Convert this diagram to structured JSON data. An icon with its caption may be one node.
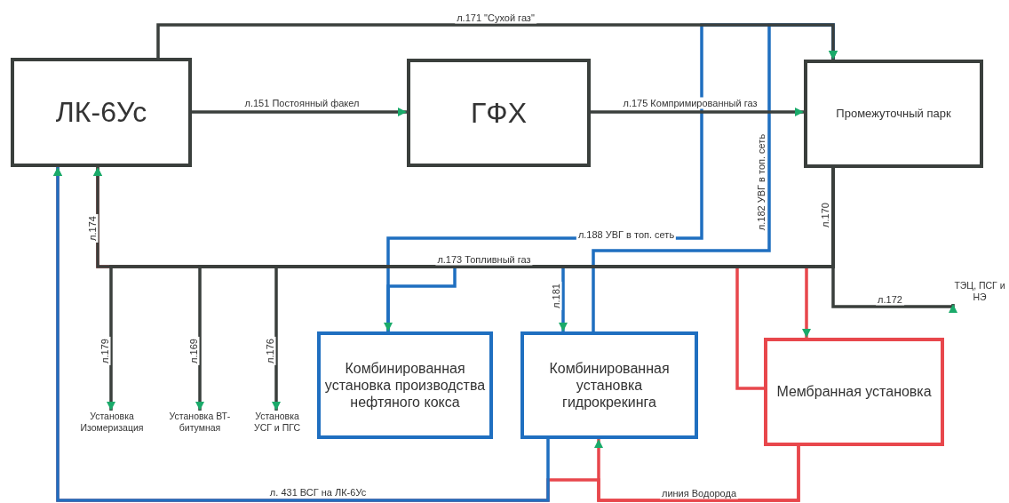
{
  "diagram": {
    "nodes": [
      {
        "text": [
          "ЛК-6Ус"
        ]
      },
      {
        "text": [
          "ГФХ"
        ]
      },
      {
        "text": [
          "Промежуточный парк"
        ]
      },
      {
        "text": [
          "Комбинированная установка производства нефтяного кокса"
        ]
      },
      {
        "text": [
          "Комбинированная установка гидрокрекинга"
        ]
      },
      {
        "text": [
          "Мембранная установка"
        ]
      },
      {
        "text": [
          "Установка Изомеризация"
        ]
      },
      {
        "text": [
          "Установка ВТ-битумная"
        ]
      },
      {
        "text": [
          "Установка УСГ и ПГС"
        ]
      },
      {
        "text": [
          "ТЭЦ, ПСГ и НЭ"
        ]
      }
    ],
    "edges": [
      {
        "from": 0,
        "to": 2,
        "arrow": "to",
        "label": "л.171 \"Сухой газ\""
      },
      {
        "from": 0,
        "to": 1,
        "arrow": "to",
        "label": "л.151 Постоянный факел"
      },
      {
        "from": 1,
        "to": 2,
        "arrow": "to",
        "label": "л.175 Компримированный газ"
      },
      {
        "from": 2,
        "to": 0,
        "arrow": "to",
        "label": "л.173 Топливный газ"
      },
      {
        "from": 2,
        "to": 6,
        "arrow": "to",
        "label": "л.179"
      },
      {
        "from": 2,
        "to": 7,
        "arrow": "to",
        "label": "л.169"
      },
      {
        "from": 2,
        "to": 8,
        "arrow": "to",
        "label": "л.176"
      },
      {
        "from": 2,
        "to": 9,
        "arrow": "to",
        "label": "л.172"
      },
      {
        "from": 3,
        "to": 2,
        "arrow": "to",
        "label": "л.188 УВГ в топ. сеть",
        "color": "#1f6fc0"
      },
      {
        "from": 4,
        "to": 2,
        "arrow": "to",
        "label": "л.182 УВГ в топ. сеть",
        "color": "#1f6fc0"
      },
      {
        "from": 2,
        "to": 4,
        "arrow": "to",
        "label": "л.181",
        "color": "#1f6fc0"
      },
      {
        "from": 2,
        "to": 3,
        "arrow": "to",
        "color": "#1f6fc0"
      },
      {
        "from": 4,
        "to": 0,
        "arrow": "to",
        "label": "л. 431 ВСГ на ЛК-6Ус",
        "color": "#1f6fc0"
      },
      {
        "from": 5,
        "to": 4,
        "arrow": "to",
        "label": "линия Водорода",
        "color": "#e8474c"
      },
      {
        "from": 5,
        "to": 0,
        "arrow": "to",
        "color": "#e8474c"
      },
      {
        "from": 2,
        "to": 5,
        "arrow": "to",
        "color": "#e8474c"
      },
      {
        "from": 5,
        "to": 0,
        "arrow": "to",
        "color": "#e8474c"
      }
    ],
    "labels": [
      "л.174",
      "л.170"
    ]
  }
}
